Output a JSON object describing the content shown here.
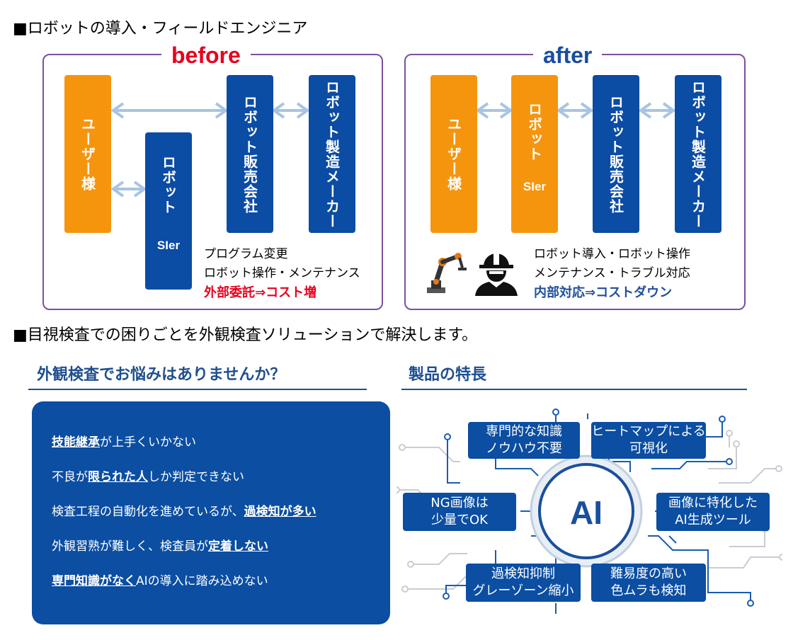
{
  "section1": {
    "title": "■ロボットの導入・フィールドエンジニア",
    "before": {
      "label": "before",
      "user": "ユーザー様",
      "sier_top": "ロボット",
      "sier_bottom": "SIer",
      "dealer": "ロボット販売会社",
      "maker": "ロボット製造メーカー",
      "note_line1": "プログラム変更",
      "note_line2": "ロボット操作・メンテナンス",
      "result": "外部委託⇒コスト増"
    },
    "after": {
      "label": "after",
      "user": "ユーザー様",
      "sier_top": "ロボット",
      "sier_bottom": "SIer",
      "dealer": "ロボット販売会社",
      "maker": "ロボット製造メーカー",
      "note_line1": "ロボット導入・ロボット操作",
      "note_line2": "メンテナンス・トラブル対応",
      "result": "内部対応⇒コストダウン"
    }
  },
  "section2": {
    "title": "■目視検査での困りごとを外観検査ソリューションで解決します。",
    "problems": {
      "title": "外観検査でお悩みはありませんか？",
      "items": [
        {
          "strong": "技能継承",
          "rest": "が上手くいかない"
        },
        {
          "pre": "不良が",
          "strong": "限られた人",
          "rest": "しか判定できない"
        },
        {
          "pre": "検査工程の自動化を進めているが、",
          "strong": "過検知が多い",
          "rest": ""
        },
        {
          "pre": "外観習熟が難しく、検査員が",
          "strong": "定着しない",
          "rest": ""
        },
        {
          "strong": "専門知識がなく",
          "rest": "AIの導入に踏み込めない"
        }
      ]
    },
    "features": {
      "title": "製品の特長",
      "center": "AI",
      "items": [
        {
          "line1": "専門的な知識",
          "line2": "ノウハウ不要"
        },
        {
          "line1": "ヒートマップによる",
          "line2": "可視化"
        },
        {
          "line1": "NG画像は",
          "line2": "少量でOK"
        },
        {
          "line1": "画像に特化した",
          "line2": "AI生成ツール"
        },
        {
          "line1": "過検知抑制",
          "line2": "グレーゾーン縮小"
        },
        {
          "line1": "難易度の高い",
          "line2": "色ムラも検知"
        }
      ]
    }
  },
  "colors": {
    "orange": "#f5950d",
    "blue": "#0b4ca4",
    "red": "#e8001c",
    "arrow": "#a8c4e4",
    "frame": "#7a4fa0"
  }
}
